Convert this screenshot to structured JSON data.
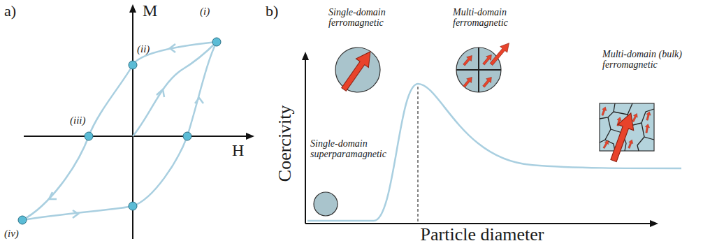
{
  "diagram": {
    "labels": [
      "a)",
      "M",
      "H",
      "(i)",
      "(ii)",
      "(iii)",
      "(iv)",
      "b)",
      "Single-domain ferromagnetic",
      "Multi-domain ferromagnetic",
      "Multi-domain (bulk) ferromagnetic",
      "Single-domain superparamagnetic",
      "Coercivity",
      "Particle diameter"
    ]
  }
}
